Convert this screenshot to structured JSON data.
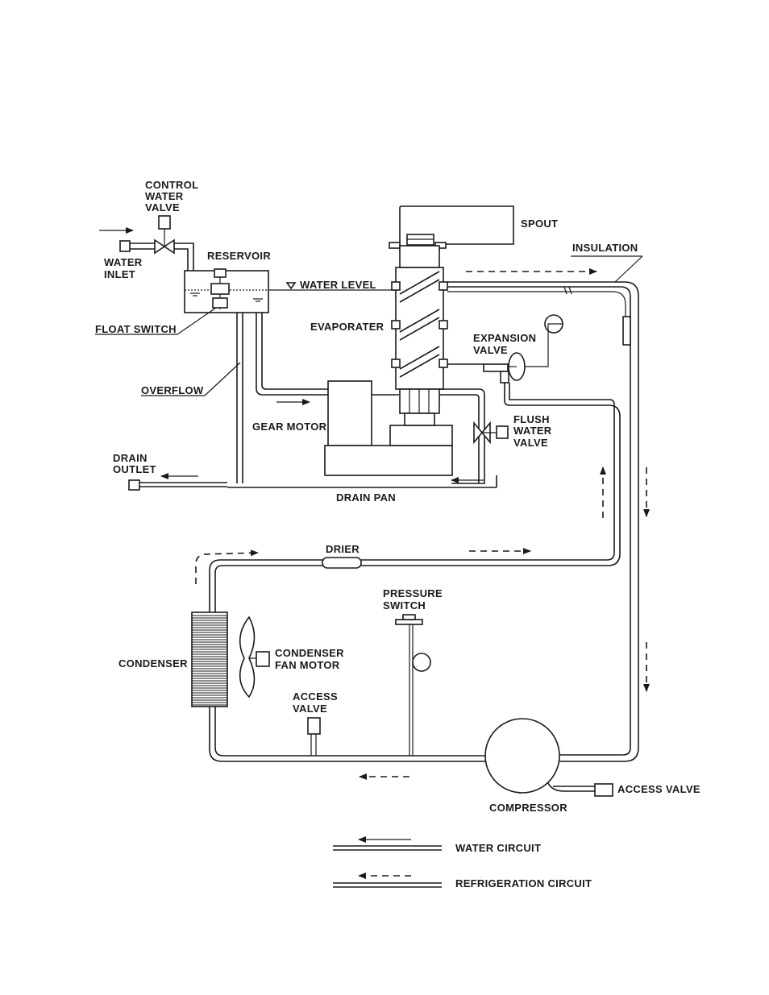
{
  "labels": {
    "control_water_valve": [
      "CONTROL",
      "WATER",
      "VALVE"
    ],
    "water_inlet": [
      "WATER",
      "INLET"
    ],
    "reservoir": "RESERVOIR",
    "float_switch": "FLOAT SWITCH",
    "overflow": "OVERFLOW",
    "drain_outlet": [
      "DRAIN",
      "OUTLET"
    ],
    "drain_pan": "DRAIN PAN",
    "gear_motor": "GEAR MOTOR",
    "spout": "SPOUT",
    "insulation": "INSULATION",
    "water_level": "WATER LEVEL",
    "evaporater": "EVAPORATER",
    "expansion_valve": [
      "EXPANSION",
      "VALVE"
    ],
    "flush_water_valve": [
      "FLUSH",
      "WATER",
      "VALVE"
    ],
    "drier": "DRIER",
    "pressure_switch": [
      "PRESSURE",
      "SWITCH"
    ],
    "condenser": "CONDENSER",
    "condenser_fan_motor": [
      "CONDENSER",
      "FAN MOTOR"
    ],
    "access_valve_left": [
      "ACCESS",
      "VALVE"
    ],
    "access_valve_right": "ACCESS VALVE",
    "compressor": "COMPRESSOR"
  },
  "legend": {
    "water_circuit": "WATER CIRCUIT",
    "refrigeration_circuit": "REFRIGERATION CIRCUIT"
  }
}
